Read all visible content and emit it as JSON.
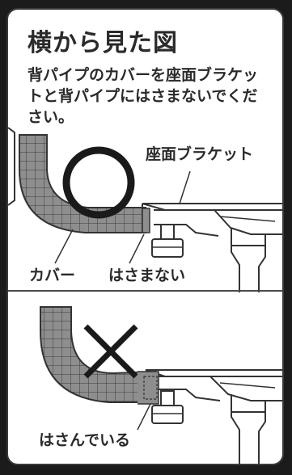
{
  "title": "横から見た図",
  "description": "背パイプのカバーを座面ブラケットと背パイプにはさまないでください。",
  "labels": {
    "seat_bracket": "座面ブラケット",
    "cover": "カバー",
    "do_not_pinch": "はさまない",
    "pinched": "はさんでいる"
  },
  "symbols": {
    "correct": "circle-correct-icon",
    "incorrect": "cross-incorrect-icon"
  }
}
